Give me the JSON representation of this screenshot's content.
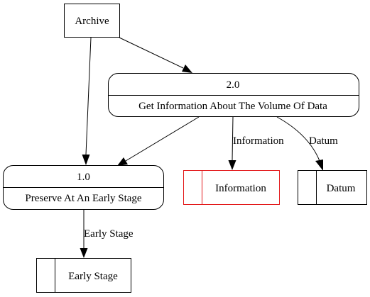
{
  "colors": {
    "stroke": "#000000",
    "highlight": "#e31a1c",
    "background": "#ffffff"
  },
  "entity": {
    "label": "Archive"
  },
  "processes": [
    {
      "id": "1.0",
      "label": "Preserve At An Early Stage"
    },
    {
      "id": "2.0",
      "label": "Get Information About The Volume Of Data"
    }
  ],
  "stores": [
    {
      "label": "Early Stage",
      "highlighted": false
    },
    {
      "label": "Information",
      "highlighted": true
    },
    {
      "label": "Datum",
      "highlighted": false
    }
  ],
  "flows": [
    {
      "from": "Archive",
      "to": "1.0",
      "label": ""
    },
    {
      "from": "Archive",
      "to": "2.0",
      "label": ""
    },
    {
      "from": "2.0",
      "to": "1.0",
      "label": ""
    },
    {
      "from": "2.0",
      "to": "Information",
      "label": "Information"
    },
    {
      "from": "2.0",
      "to": "Datum",
      "label": "Datum"
    },
    {
      "from": "1.0",
      "to": "Early Stage",
      "label": "Early Stage"
    }
  ]
}
